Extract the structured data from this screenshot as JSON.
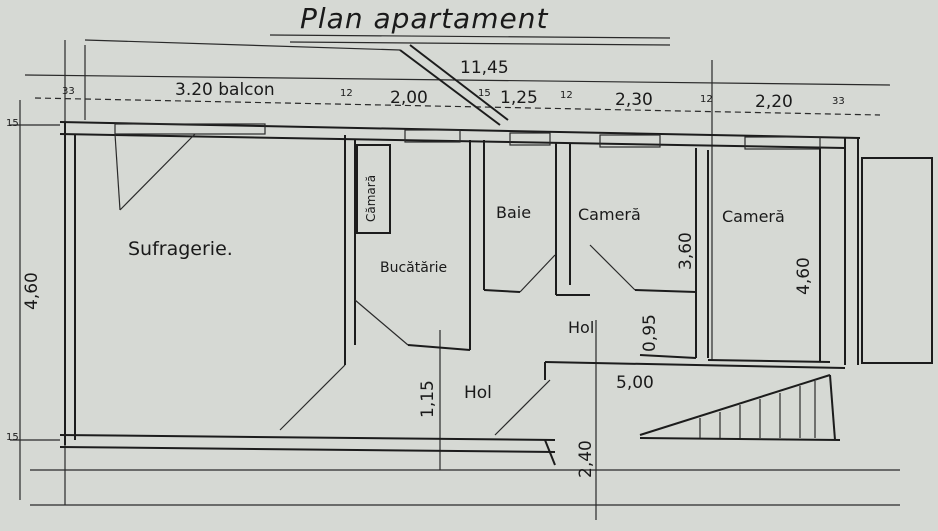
{
  "title": "Plan apartament",
  "dimensions": {
    "total_width": "11,45",
    "balcon": "3.20 balcon",
    "kitchen_width": "2,00",
    "bath_width": "1,25",
    "room1_width": "2,30",
    "room2_width": "2,20",
    "left_height": "4,60",
    "room1_depth": "3,60",
    "room2_depth": "4,60",
    "hol_depth": "0,95",
    "hol_lower": "1,15",
    "stair_width": "5,00",
    "stair_depth": "2,40",
    "wall_33_left": "33",
    "wall_12_a": "12",
    "wall_15": "15",
    "wall_12_b": "12",
    "wall_12_c": "12",
    "wall_33_right": "33",
    "wall_15_left_top": "15",
    "wall_15_left_bottom": "15"
  },
  "rooms": {
    "sufragerie": "Sufragerie.",
    "camara": "Cămară",
    "bucatarie": "Bucătărie",
    "baie": "Baie",
    "camera1": "Cameră",
    "camera2": "Cameră",
    "hol_upper": "Hol",
    "hol_lower": "Hol"
  }
}
